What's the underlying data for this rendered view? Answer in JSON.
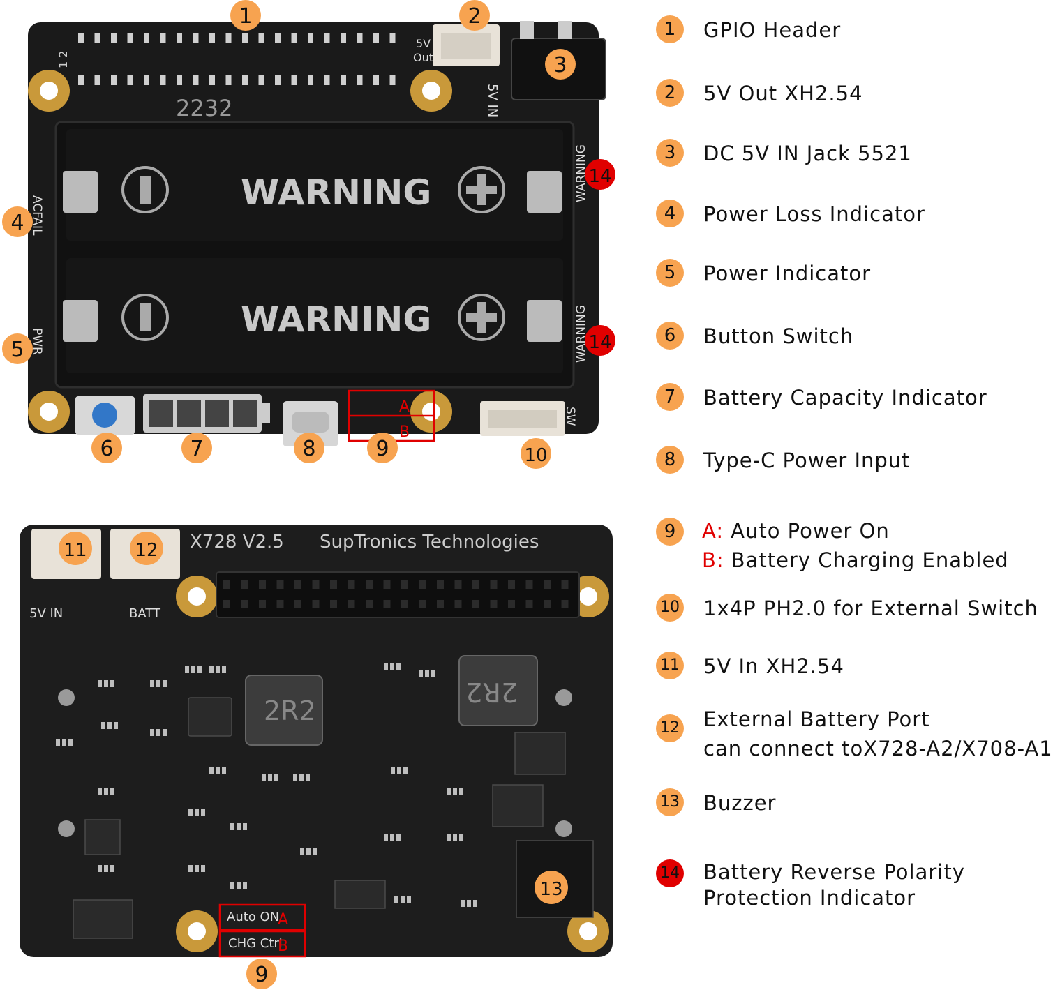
{
  "legend": [
    {
      "num": "1",
      "label": "GPIO Header"
    },
    {
      "num": "2",
      "label": "5V Out XH2.54"
    },
    {
      "num": "3",
      "label": "DC 5V IN Jack 5521"
    },
    {
      "num": "4",
      "label": "Power Loss Indicator"
    },
    {
      "num": "5",
      "label": "Power Indicator"
    },
    {
      "num": "6",
      "label": "Button Switch"
    },
    {
      "num": "7",
      "label": "Battery Capacity Indicator"
    },
    {
      "num": "8",
      "label": "Type-C Power Input"
    },
    {
      "num": "9",
      "a_letter": "A:",
      "a_label": "Auto Power On",
      "b_letter": "B:",
      "b_label": "Battery Charging Enabled"
    },
    {
      "num": "10",
      "label": "1x4P PH2.0 for External Switch"
    },
    {
      "num": "11",
      "label": "5V In XH2.54"
    },
    {
      "num": "12",
      "label": "External Battery Port",
      "label2": "can connect toX728-A2/X708-A1"
    },
    {
      "num": "13",
      "label": "Buzzer"
    },
    {
      "num": "14",
      "label": "Battery Reverse Polarity",
      "label2": "Protection Indicator"
    }
  ],
  "top_board": {
    "warning1": "WARNING",
    "warning2": "WARNING",
    "code": "2232",
    "silk_5v": "5V",
    "silk_out": "Out",
    "silk_5vin": "5V IN",
    "silk_acfail": "ACFAIL",
    "silk_pwr": "PWR",
    "silk_sw": "SW",
    "silk_warning_side": "WARNING",
    "pin1": "1",
    "pin2": "2",
    "box_a": "A",
    "box_b": "B"
  },
  "bottom_board": {
    "model": "X728  V2.5",
    "brand": "SupTronics  Technologies",
    "silk_5vin": "5V IN",
    "silk_batt": "BATT",
    "inductor": "2R2",
    "auto_on": "Auto ON",
    "chg_ctrl": "CHG Ctrl",
    "box_a": "A",
    "box_b": "B"
  },
  "colors": {
    "marker": "#f7a350",
    "marker_red": "#e00000",
    "board": "#1c1c1c"
  }
}
